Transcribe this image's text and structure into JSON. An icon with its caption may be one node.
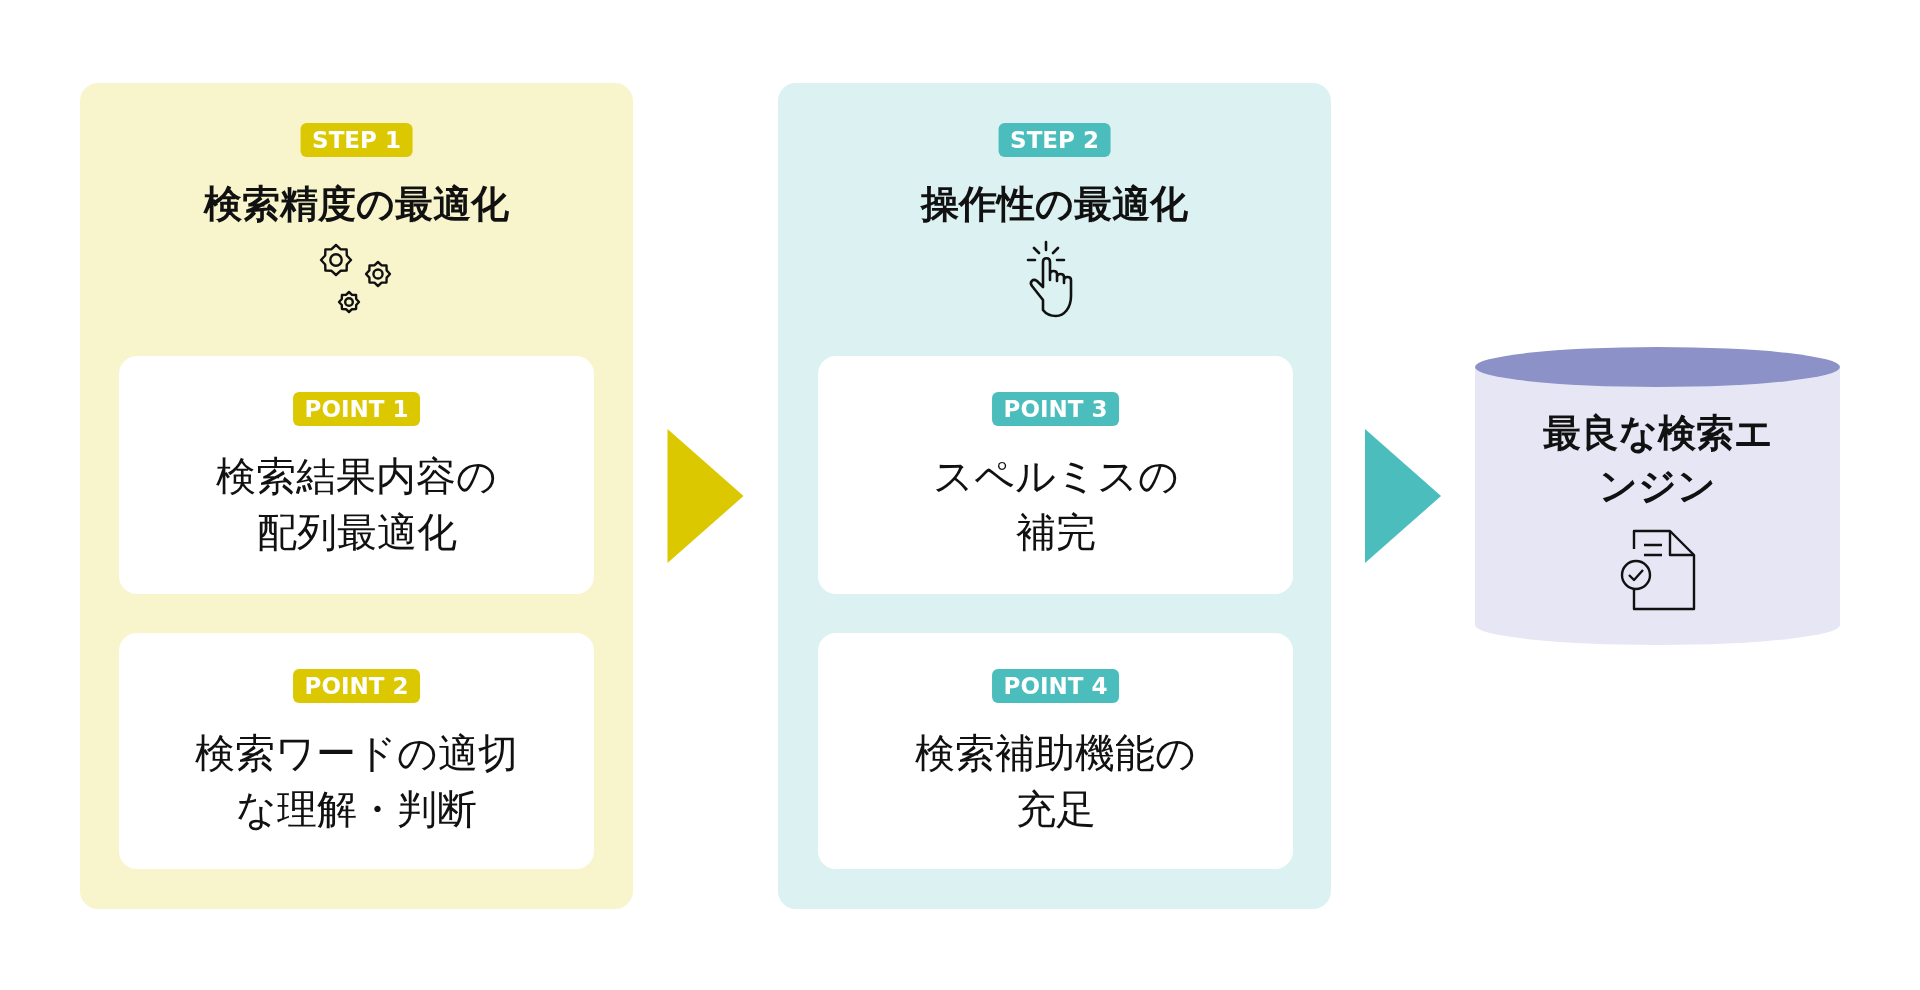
{
  "diagram": {
    "nodes": [
      {
        "text": [
          "STEP 1",
          "検索精度の最適化"
        ]
      },
      {
        "text": [
          "POINT 1",
          "検索結果内容の配列最適化"
        ],
        "in": 0
      },
      {
        "text": [
          "POINT 2",
          "検索ワードの適切な理解・判断"
        ],
        "in": 0
      },
      {
        "text": [
          "STEP 2",
          "操作性の最適化"
        ]
      },
      {
        "text": [
          "POINT 3",
          "スペルミスの補完"
        ],
        "in": 3
      },
      {
        "text": [
          "POINT 4",
          "検索補助機能の充足"
        ],
        "in": 3
      },
      {
        "text": [
          "最良な検索エンジン"
        ]
      }
    ],
    "edges": [
      {
        "from": 0,
        "to": 3,
        "arrow": "to",
        "color": "#dcc800"
      },
      {
        "from": 3,
        "to": 6,
        "arrow": "to",
        "color": "#4bbdbd"
      }
    ]
  }
}
